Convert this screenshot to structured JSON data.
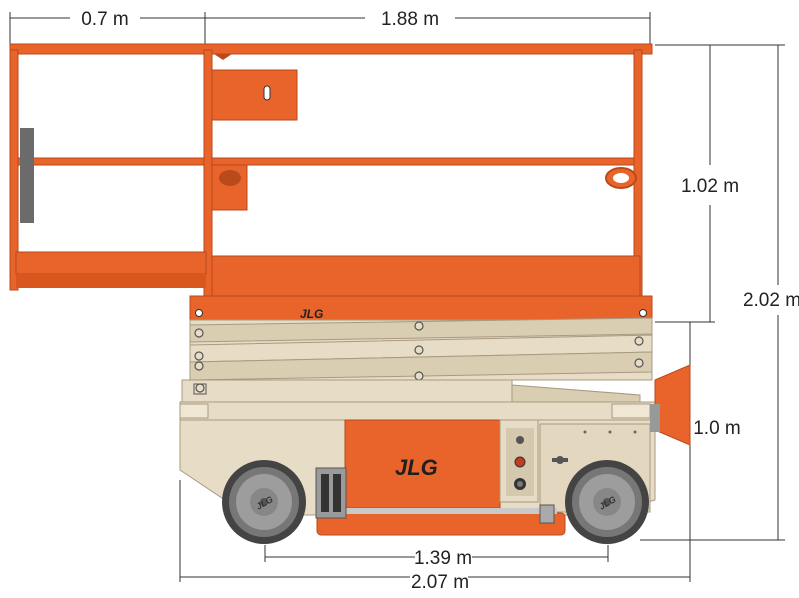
{
  "dimensions": {
    "platform_extension": "0.7 m",
    "platform_length": "1.88 m",
    "guardrail_height": "1.02 m",
    "overall_height": "2.02 m",
    "stowed_platform_height": "1.0 m",
    "wheelbase": "1.39 m",
    "overall_length": "2.07 m"
  },
  "branding": {
    "platform_logo": "JLG",
    "base_logo": "JLG",
    "wheel_logo": "JLG"
  },
  "colors": {
    "orange": "#e8642a",
    "orange_dark": "#b94a1c",
    "beige": "#e7dcc6",
    "beige_dark": "#a89a80",
    "gray": "#6b6b6b",
    "dark": "#333333"
  }
}
